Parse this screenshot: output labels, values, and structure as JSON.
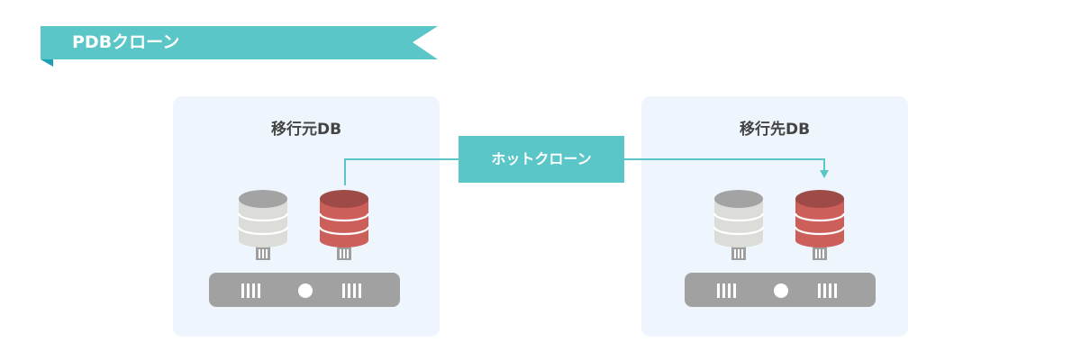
{
  "banner": {
    "title": "PDBクローン"
  },
  "source": {
    "title": "移行元DB"
  },
  "target": {
    "title": "移行先DB"
  },
  "connector": {
    "label": "ホットクローン"
  },
  "colors": {
    "teal": "#5bc6c7",
    "teal_dark": "#1aa1b3",
    "panel_bg": "#eef5fd",
    "db_gray": "#dcdcd8",
    "db_red": "#cc5f5a",
    "server_gray": "#a1a1a1"
  },
  "icons": [
    "database-icon",
    "server-icon",
    "arrow-down-icon"
  ]
}
